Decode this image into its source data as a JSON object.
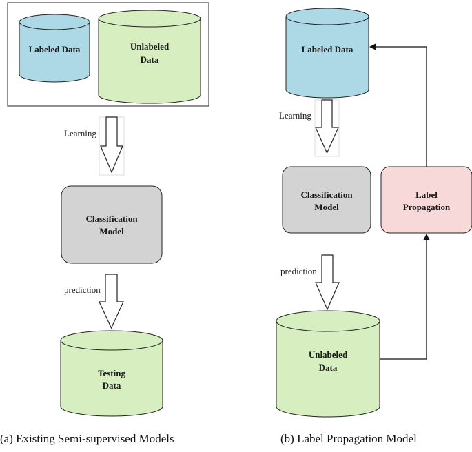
{
  "colors": {
    "labeled": "#add8e6",
    "unlabeled": "#d6eec0",
    "classifier": "#d3d3d3",
    "propagation": "#f8d9d9",
    "stroke": "#222222"
  },
  "panel_a": {
    "labeled_data": "Labeled Data",
    "unlabeled_line1": "Unlabeled",
    "unlabeled_line2": "Data",
    "learning": "Learning",
    "classification_line1": "Classification",
    "classification_line2": "Model",
    "prediction": "prediction",
    "testing_line1": "Testing",
    "testing_line2": "Data",
    "caption": "(a) Existing Semi-supervised Models"
  },
  "panel_b": {
    "labeled_data": "Labeled Data",
    "learning": "Learning",
    "classification_line1": "Classification",
    "classification_line2": "Model",
    "propagation_line1": "Label",
    "propagation_line2": "Propagation",
    "prediction": "prediction",
    "unlabeled_line1": "Unlabeled",
    "unlabeled_line2": "Data",
    "caption": "(b) Label Propagation Model"
  }
}
